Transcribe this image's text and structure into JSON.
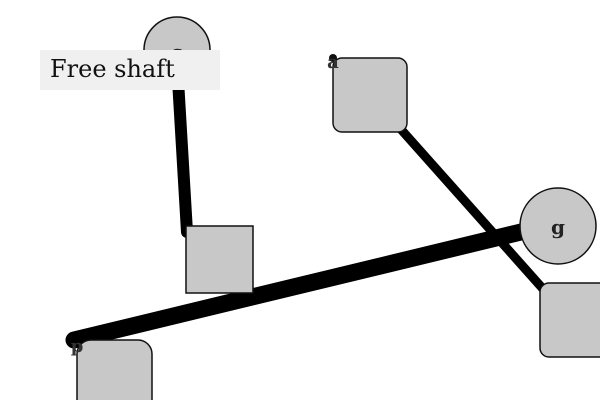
{
  "diagram": {
    "label": "Free shaft",
    "node_g_label": "g",
    "node_top_label": "c",
    "corner_label_a": "a",
    "corner_label_bottom_left": "p",
    "colors": {
      "background": "#ffffff",
      "node_fill": "#c8c8c8",
      "node_stroke": "#111111",
      "edge": "#000000",
      "label_box_fill": "#f0f0f0"
    }
  }
}
